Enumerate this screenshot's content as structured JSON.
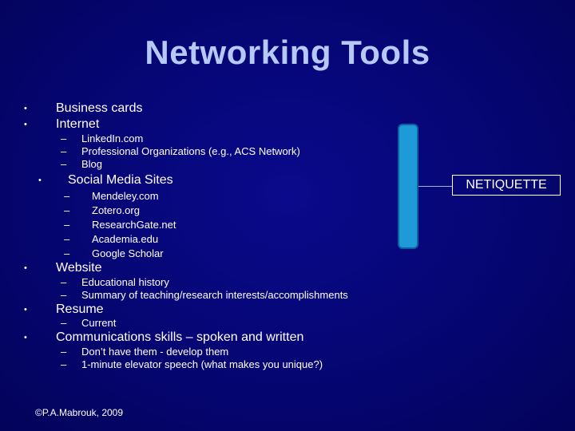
{
  "title": "Networking Tools",
  "bullet_glyph": "•",
  "dash_glyph": "–",
  "items": {
    "business_cards": "Business cards",
    "internet": "Internet",
    "internet_subs": [
      "LinkedIn.com",
      "Professional Organizations (e.g., ACS Network)",
      "Blog"
    ],
    "social_media": "Social Media Sites",
    "social_subs": [
      "Mendeley.com",
      "Zotero.org",
      "ResearchGate.net",
      "Academia.edu",
      "Google Scholar"
    ],
    "website": "Website",
    "website_subs": [
      "Educational history",
      "Summary of teaching/research interests/accomplishments"
    ],
    "resume": "Resume",
    "resume_subs": [
      "Current"
    ],
    "communications": "Communications skills – spoken and written",
    "communications_subs": [
      "Don’t have them - develop them",
      "1-minute elevator speech  (what makes you unique?)"
    ]
  },
  "callout": "NETIQUETTE",
  "footer": "©P.A.Mabrouk, 2009",
  "colors": {
    "background": "#050570",
    "title": "#b6c8f5",
    "brace": "#1f9ad8"
  }
}
